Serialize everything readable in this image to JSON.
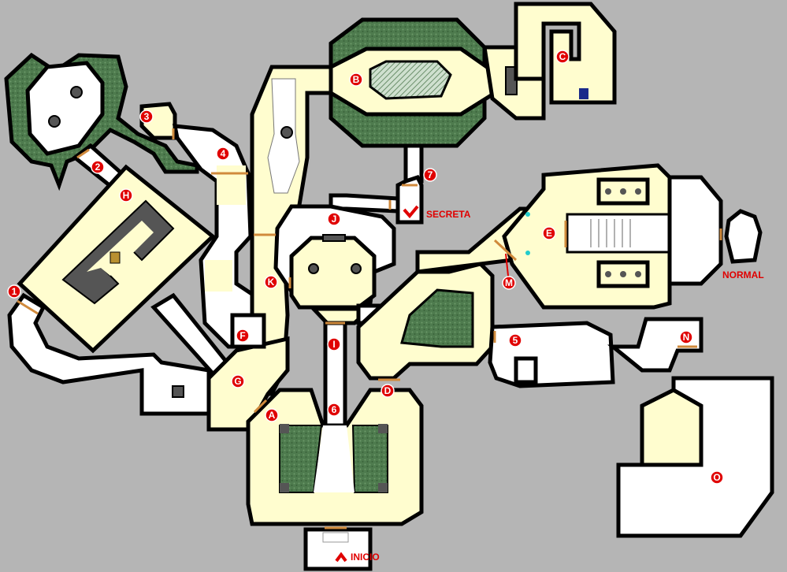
{
  "map": {
    "colors": {
      "background": "#b5b5b5",
      "floor": "#fffdcf",
      "wall": "#000000",
      "grass": "#4e7b4e",
      "door": "#d08a3c",
      "marker": "#e00000"
    },
    "markers": {
      "n1": "1",
      "n2": "2",
      "n3": "3",
      "n4": "4",
      "n5": "5",
      "n6": "6",
      "n7": "7",
      "A": "A",
      "B": "B",
      "C": "C",
      "D": "D",
      "E": "E",
      "F": "F",
      "G": "G",
      "H": "H",
      "I": "I",
      "J": "J",
      "K": "K",
      "M": "M",
      "N": "N",
      "O": "O"
    },
    "labels": {
      "secret": "SECRETA",
      "normal": "NORMAL",
      "start": "INICIO"
    }
  }
}
